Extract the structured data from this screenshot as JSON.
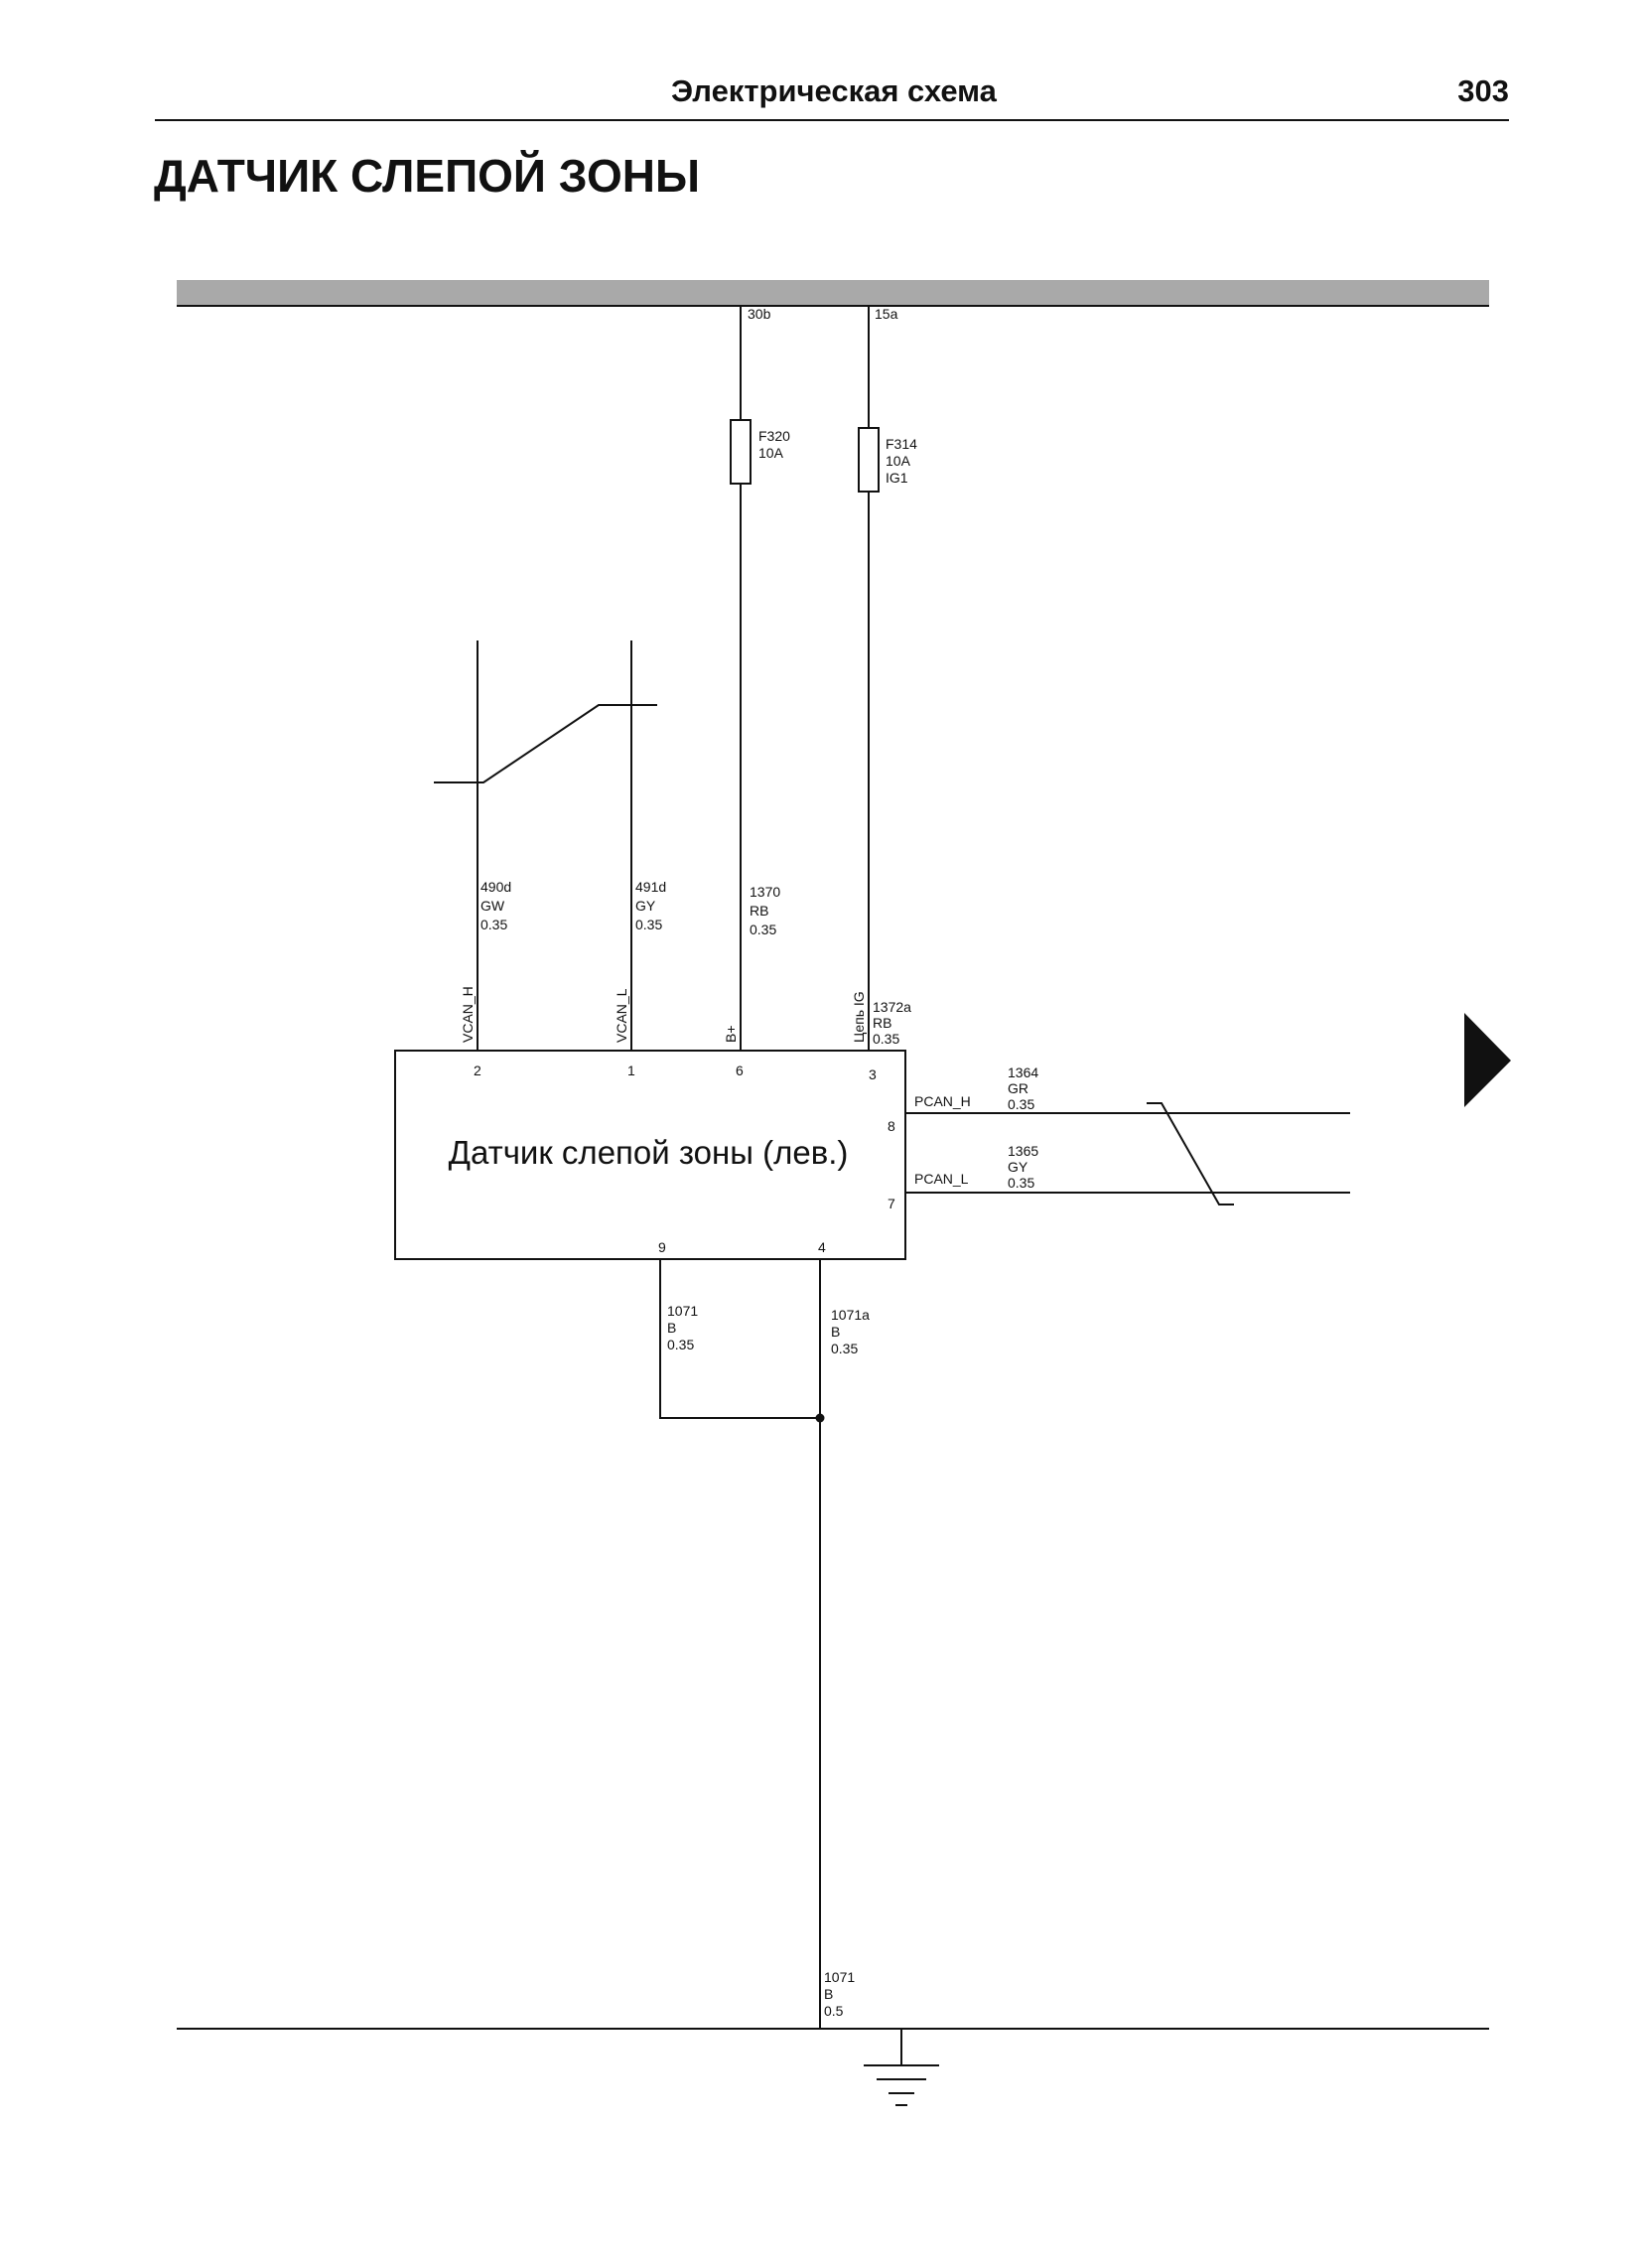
{
  "header": {
    "title": "Электрическая схема",
    "page_number": "303"
  },
  "page_title": "ДАТЧИК СЛЕПОЙ ЗОНЫ",
  "diagram": {
    "bus_labels": {
      "b30": "30b",
      "b15": "15a"
    },
    "fuses": {
      "f320": {
        "name": "F320",
        "rating": "10A"
      },
      "f314": {
        "name": "F314",
        "rating": "10A",
        "circuit": "IG1"
      }
    },
    "wires": {
      "w490d": {
        "id": "490d",
        "color": "GW",
        "size": "0.35"
      },
      "w491d": {
        "id": "491d",
        "color": "GY",
        "size": "0.35"
      },
      "w1370": {
        "id": "1370",
        "color": "RB",
        "size": "0.35"
      },
      "w1372a": {
        "id": "1372a",
        "color": "RB",
        "size": "0.35"
      },
      "w1364": {
        "id": "1364",
        "color": "GR",
        "size": "0.35"
      },
      "w1365": {
        "id": "1365",
        "color": "GY",
        "size": "0.35"
      },
      "w1071": {
        "id": "1071",
        "color": "B",
        "size": "0.35"
      },
      "w1071a": {
        "id": "1071a",
        "color": "B",
        "size": "0.35"
      },
      "w1071g": {
        "id": "1071",
        "color": "B",
        "size": "0.5"
      }
    },
    "signals": {
      "vcan_h": "VCAN_H",
      "vcan_l": "VCAN_L",
      "bplus": "B+",
      "ig": "Цепь IG",
      "pcan_h": "PCAN_H",
      "pcan_l": "PCAN_L"
    },
    "pins": {
      "p2": "2",
      "p1": "1",
      "p6": "6",
      "p3": "3",
      "p8": "8",
      "p7": "7",
      "p9": "9",
      "p4": "4"
    },
    "component_label": "Датчик слепой зоны (лев.)"
  }
}
